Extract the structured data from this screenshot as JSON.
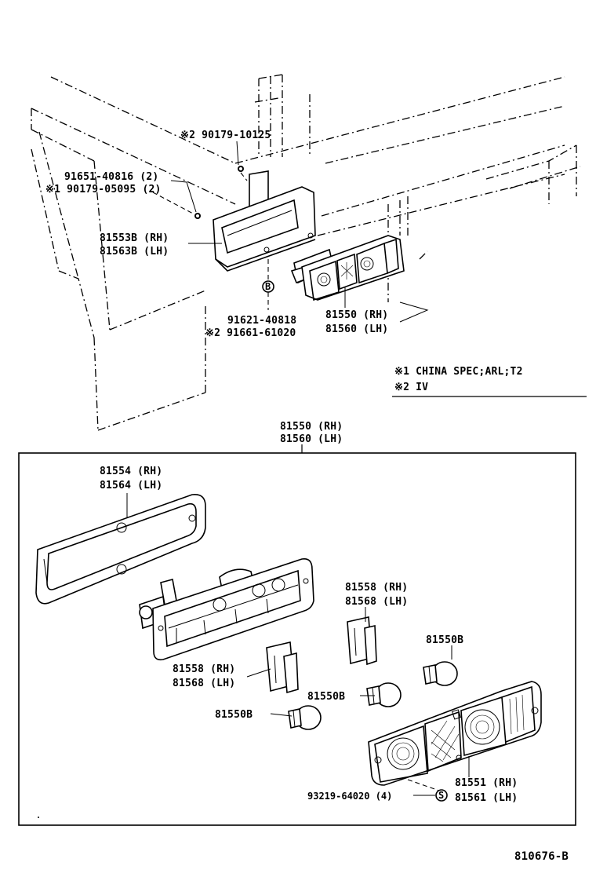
{
  "labels": {
    "bolt_top": "※2 90179-10125",
    "nut_upper": "91651-40816 (2)",
    "nut_upper_alt": "※1 90179-05095 (2)",
    "bracket_rh": "81553B (RH)",
    "bracket_lh": "81563B (LH)",
    "washer_a": "91621-40818",
    "washer_b": "※2 91661-61020",
    "lamp_assy_rh_top": "81550 (RH)",
    "lamp_assy_lh_top": "81560 (LH)",
    "lamp_assy_rh_box": "81550 (RH)",
    "lamp_assy_lh_box": "81560 (LH)",
    "gasket_rh": "81554 (RH)",
    "gasket_lh": "81564 (LH)",
    "socket_rh_right": "81558 (RH)",
    "socket_lh_right": "81568 (LH)",
    "socket_rh_left": "81558 (RH)",
    "socket_lh_left": "81568 (LH)",
    "bulb_right": "81550B",
    "bulb_mid": "81550B",
    "bulb_left": "81550B",
    "screw": "93219-64020 (4)",
    "lens_rh": "81551 (RH)",
    "lens_lh": "81561 (LH)",
    "drawing_number": "810676-B"
  },
  "legend": {
    "note1": "※1  CHINA SPEC;ARL;T2",
    "note2": "※2  IV"
  },
  "callout_letters": {
    "washer": "B",
    "screw": "S"
  }
}
